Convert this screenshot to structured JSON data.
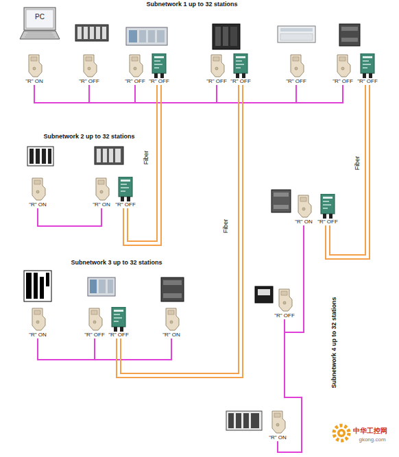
{
  "diagram": {
    "nodes": [
      {
        "text": [
          "PC"
        ]
      },
      {
        "text": [
          "\"R\" ON"
        ]
      },
      {
        "text": [
          "\"R\" OFF"
        ]
      },
      {
        "text": [
          "\"R\" OFF"
        ]
      },
      {
        "text": [
          "\"R\" OFF"
        ]
      },
      {
        "text": [
          "\"R\" OFF"
        ]
      },
      {
        "text": [
          "\"R\" OFF"
        ]
      },
      {
        "text": [
          "\"R\" OFF"
        ]
      },
      {
        "text": [
          "\"R\" OFF"
        ]
      },
      {
        "text": [
          "\"R\" OFF"
        ]
      },
      {
        "text": [
          "\"R\" ON"
        ]
      },
      {
        "text": [
          "\"R\" ON"
        ]
      },
      {
        "text": [
          "\"R\" OFF"
        ]
      },
      {
        "text": [
          "\"R\" ON"
        ]
      },
      {
        "text": [
          "\"R\" OFF"
        ]
      },
      {
        "text": [
          "\"R\" OFF"
        ]
      },
      {
        "text": [
          "\"R\" ON"
        ]
      },
      {
        "text": [
          "\"R\" ON"
        ]
      },
      {
        "text": [
          "\"R\" OFF"
        ]
      },
      {
        "text": [
          "\"R\" OFF"
        ]
      },
      {
        "text": [
          "\"R\" ON"
        ]
      }
    ],
    "edges": [
      {
        "from": 1,
        "to": 2,
        "arrow": "none"
      },
      {
        "from": 2,
        "to": 3,
        "arrow": "none"
      },
      {
        "from": 3,
        "to": 5,
        "arrow": "none"
      },
      {
        "from": 5,
        "to": 7,
        "arrow": "none"
      },
      {
        "from": 7,
        "to": 8,
        "arrow": "none"
      },
      {
        "from": 10,
        "to": 11,
        "arrow": "none"
      },
      {
        "from": 13,
        "to": 14,
        "arrow": "none"
      },
      {
        "from": 14,
        "to": 16,
        "arrow": "none"
      },
      {
        "from": 17,
        "to": 19,
        "arrow": "none"
      },
      {
        "from": 19,
        "to": 20,
        "arrow": "none"
      },
      {
        "from": 4,
        "to": 12,
        "arrow": "none"
      },
      {
        "from": 6,
        "to": 15,
        "arrow": "none"
      },
      {
        "from": 9,
        "to": 18,
        "arrow": "none"
      }
    ],
    "labels": [
      "Subnetwork 1 up to 32 stations",
      "Subnetwork 2 up to 32 stations",
      "Subnetwork 3 up to 32 stations",
      "Subnetwork 4 up to 32 stations",
      "Fiber",
      "Fiber",
      "Fiber",
      "中华工控网",
      "gkong.com"
    ]
  }
}
